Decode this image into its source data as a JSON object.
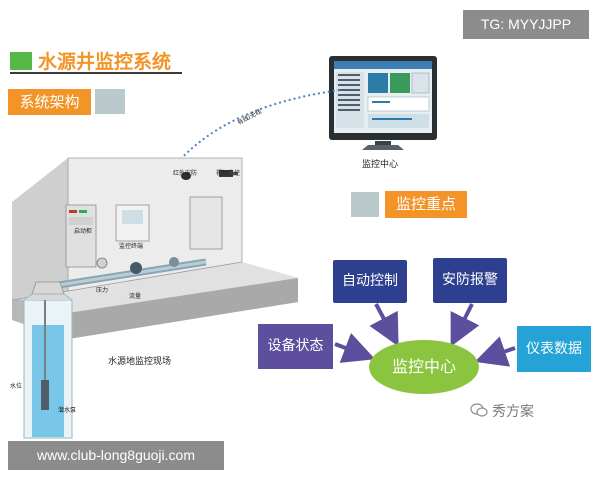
{
  "tg_label": "TG: MYYJJPP",
  "url_label": "www.club-long8guoji.com",
  "header": {
    "title": "水源井监控系统",
    "arch_label": "系统架构"
  },
  "diagram": {
    "link_label": "有线/无线",
    "monitor_center_label": "监控中心",
    "site_labels": {
      "infrared": "红外安防",
      "video": "视频监控",
      "auto_cabinet": "启动柜",
      "monitor_terminal": "监控终端",
      "pressure": "压力",
      "flow": "流量",
      "water_level": "水位",
      "pump": "潜水泵",
      "site_caption": "水源地监控现场"
    }
  },
  "key_points": {
    "title": "监控重点",
    "center": "监控中心",
    "items": {
      "auto_control": "自动控制",
      "security_alarm": "安防报警",
      "device_status": "设备状态",
      "instrument_data": "仪表数据"
    },
    "colors": {
      "auto_control": "#2e3f8f",
      "security_alarm": "#2e3f8f",
      "device_status": "#5d4f9e",
      "instrument_data": "#25a2d6",
      "center": "#8bc53f",
      "arrow": "#5d4f9e"
    }
  },
  "watermark": {
    "text": "秀方案",
    "icon": "wechat-icon"
  },
  "colors": {
    "orange": "#f29427",
    "green": "#56b849",
    "gray_square": "#b9c9cc"
  }
}
